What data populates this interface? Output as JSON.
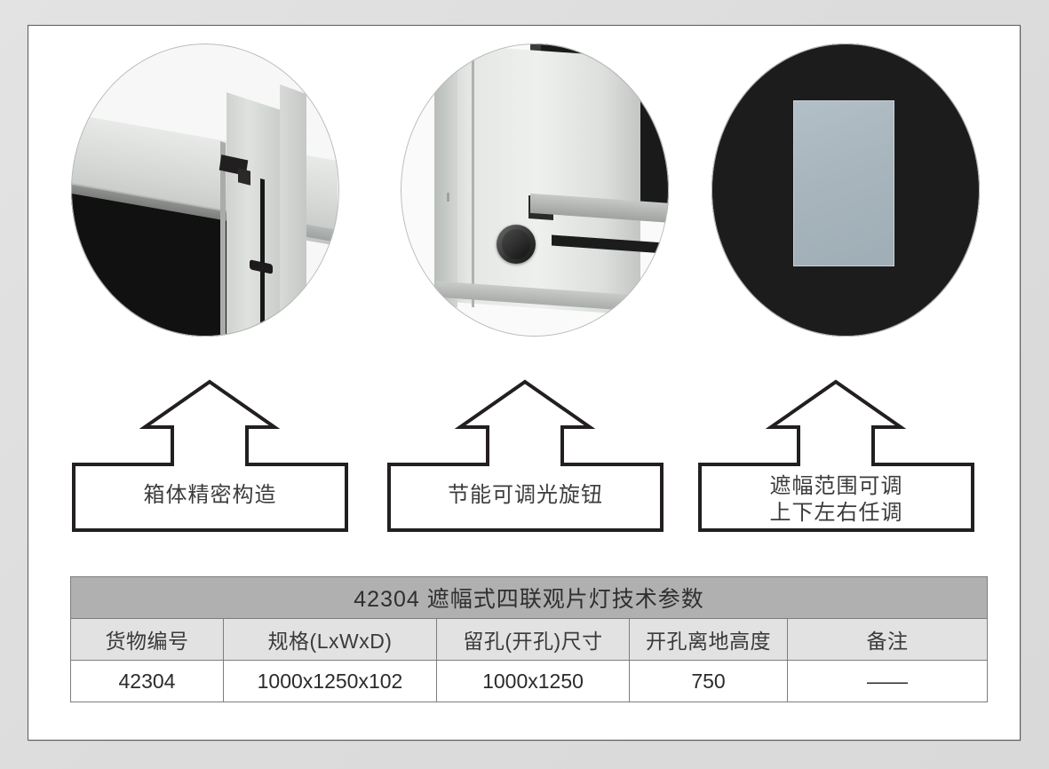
{
  "product": {
    "model": "42304"
  },
  "photos": [
    {
      "caption_key": "cabinet-corner",
      "alt": "cabinet precision corner structure"
    },
    {
      "caption_key": "dimmer-knob",
      "alt": "energy saving dimmer knob"
    },
    {
      "caption_key": "mask-range",
      "alt": "adjustable mask range viewing panel"
    }
  ],
  "callouts": [
    {
      "name": "callout-cabinet-structure",
      "text": "箱体精密构造"
    },
    {
      "name": "callout-dimmer-knob",
      "text": "节能可调光旋钮"
    },
    {
      "name": "callout-mask-range",
      "text": "遮幅范围可调\n上下左右任调"
    }
  ],
  "table": {
    "title": "42304 遮幅式四联观片灯技术参数",
    "headers": [
      "货物编号",
      "规格(LxWxD)",
      "留孔(开孔)尺寸",
      "开孔离地高度",
      "备注"
    ],
    "rows": [
      [
        "42304",
        "1000x1250x102",
        "1000x1250",
        "750",
        "——"
      ]
    ]
  },
  "colors": {
    "frame": "#dedede",
    "canvas": "#ffffff",
    "table_title_bg": "#b0b0b0",
    "table_header_bg": "#e2e2e2",
    "table_border": "#7d7d7d",
    "outline": "#231f20"
  }
}
